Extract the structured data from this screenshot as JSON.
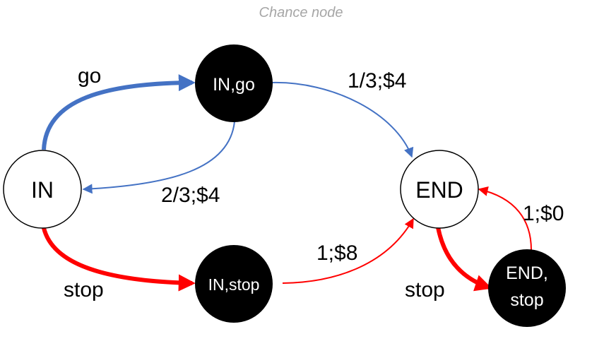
{
  "title": "Chance node",
  "colors": {
    "blue": "#4472c4",
    "red": "#ff0000",
    "black": "#000000",
    "white": "#ffffff"
  },
  "nodes": {
    "in": {
      "label": "IN",
      "type": "state"
    },
    "end": {
      "label": "END",
      "type": "state"
    },
    "in_go": {
      "label": "IN,go",
      "type": "chance"
    },
    "in_stop": {
      "label": "IN,stop",
      "type": "chance"
    },
    "end_stop": {
      "line1": "END,",
      "line2": "stop",
      "type": "chance"
    }
  },
  "edges": {
    "go": {
      "label": "go",
      "color": "blue",
      "from": "IN",
      "to": "IN,go"
    },
    "go_end": {
      "label": "1/3;$4",
      "color": "blue",
      "from": "IN,go",
      "to": "END"
    },
    "go_back": {
      "label": "2/3;$4",
      "color": "blue",
      "from": "IN,go",
      "to": "IN"
    },
    "stop": {
      "label": "stop",
      "color": "red",
      "from": "IN",
      "to": "IN,stop"
    },
    "stop_end": {
      "label": "1;$8",
      "color": "red",
      "from": "IN,stop",
      "to": "END"
    },
    "end_stop": {
      "label": "stop",
      "color": "red",
      "from": "END",
      "to": "END,stop"
    },
    "end_stop_back": {
      "label": "1;$0",
      "color": "red",
      "from": "END,stop",
      "to": "END"
    }
  }
}
